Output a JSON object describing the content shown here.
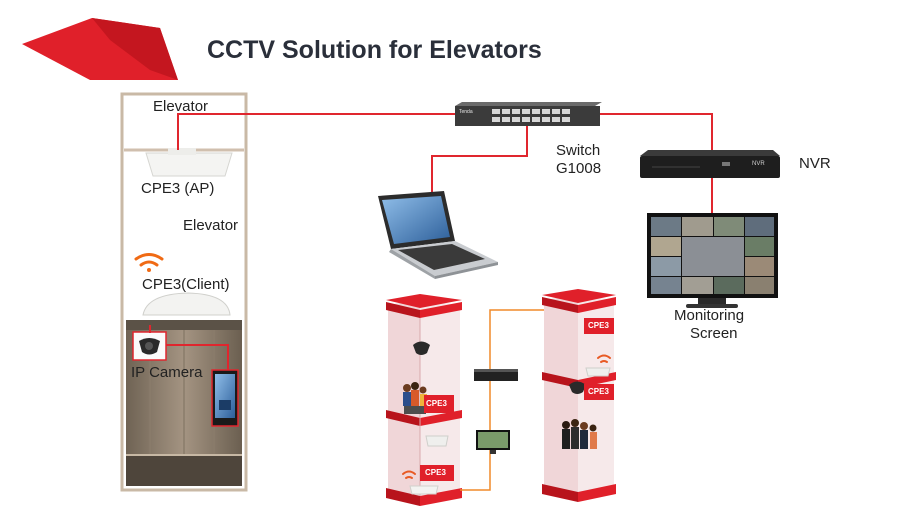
{
  "title": "CCTV Solution for Elevators",
  "labels": {
    "elevator_top": "Elevator",
    "cpe3_ap": "CPE3 (AP)",
    "elevator_mid": "Elevator",
    "cpe3_client": "CPE3(Client)",
    "ip_camera": "IP Camera",
    "switch_line1": "Switch",
    "switch_line2": "G1008",
    "nvr": "NVR",
    "monitoring_line1": "Monitoring",
    "monitoring_line2": "Screen",
    "left_shaft_cpe_upper": "CPE3",
    "left_shaft_cpe_lower": "CPE3",
    "right_shaft_cpe_upper": "CPE3",
    "right_shaft_cpe_lower": "CPE3",
    "switch_brand": "Tenda",
    "nvr_badge": "NVR"
  },
  "colors": {
    "accent_red": "#e0202a",
    "cable_red": "#e0262e",
    "title_text": "#2a2f3a",
    "device_dark": "#1e1e1e",
    "wifi_orange": "#f06a14"
  },
  "icons": [
    "wifi-icon",
    "camera-icon",
    "laptop-icon",
    "switch-icon",
    "nvr-icon",
    "monitor-icon",
    "people-icon"
  ]
}
